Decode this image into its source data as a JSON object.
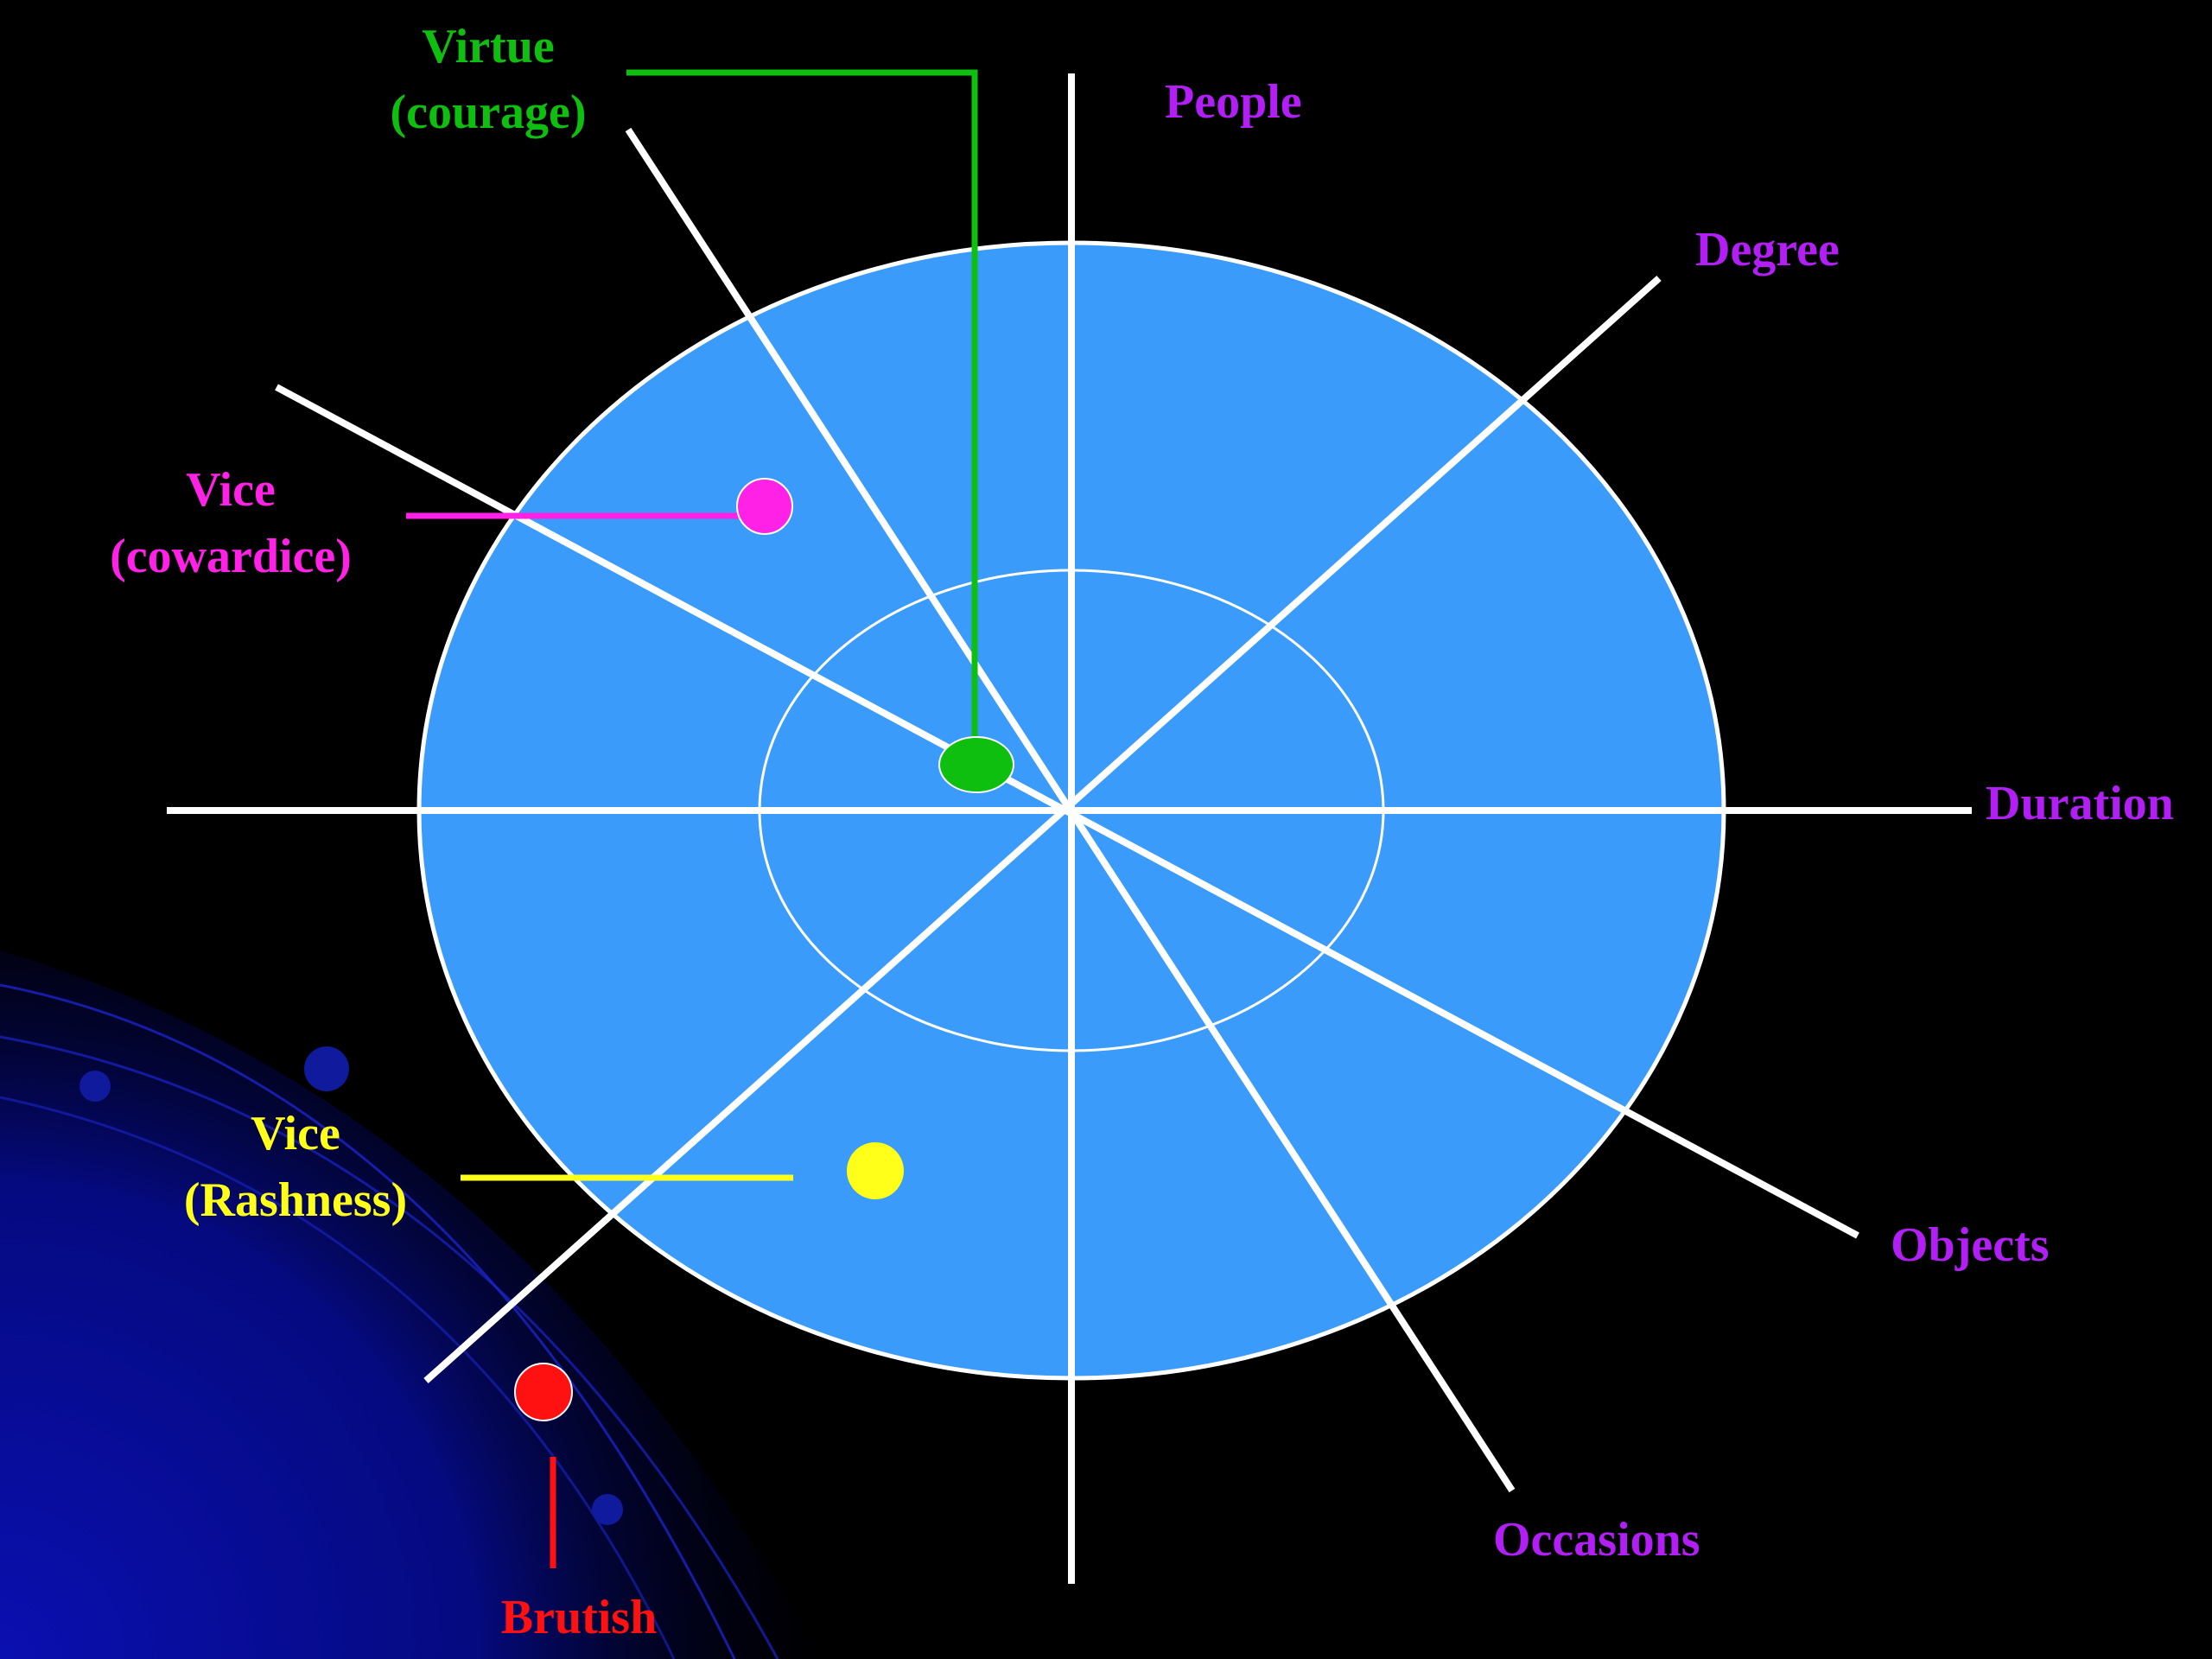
{
  "colors": {
    "background": "#000000",
    "disc_fill": "#3a9bfa",
    "lines": "#ffffff",
    "dimension_labels": "#b11ff5",
    "virtue": "#0fbf0f",
    "vice_cowardice": "#ff22e6",
    "vice_rashness": "#ffff1a",
    "brutish": "#ff1111"
  },
  "dimension_labels": {
    "people": "People",
    "degree": "Degree",
    "duration": "Duration",
    "objects": "Objects",
    "occasions": "Occasions"
  },
  "markers": {
    "virtue_line1": "Virtue",
    "virtue_line2": "(courage)",
    "vice_cowardice_line1": "Vice",
    "vice_cowardice_line2": "(cowardice)",
    "vice_rashness_line1": "Vice",
    "vice_rashness_line2": "(Rashness)",
    "brutish": "Brutish"
  }
}
